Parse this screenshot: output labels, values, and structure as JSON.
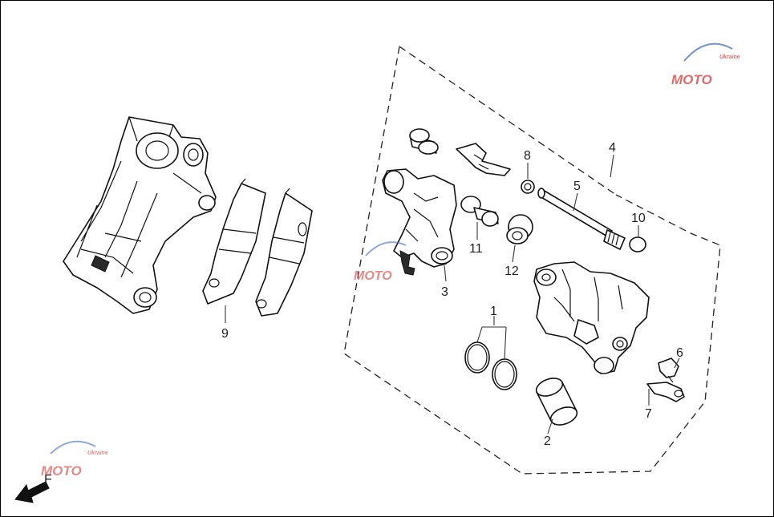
{
  "diagram": {
    "labels": [
      "1",
      "2",
      "3",
      "4",
      "5",
      "6",
      "7",
      "8",
      "9",
      "10",
      "11",
      "12"
    ],
    "front_marker": "F",
    "watermark": "MOTO",
    "watermark_sub": "Ukraine"
  },
  "colors": {
    "line": "#111111",
    "watermark_blue": "#4a6fb5",
    "watermark_red": "#d43a3a",
    "background": "#ffffff"
  }
}
